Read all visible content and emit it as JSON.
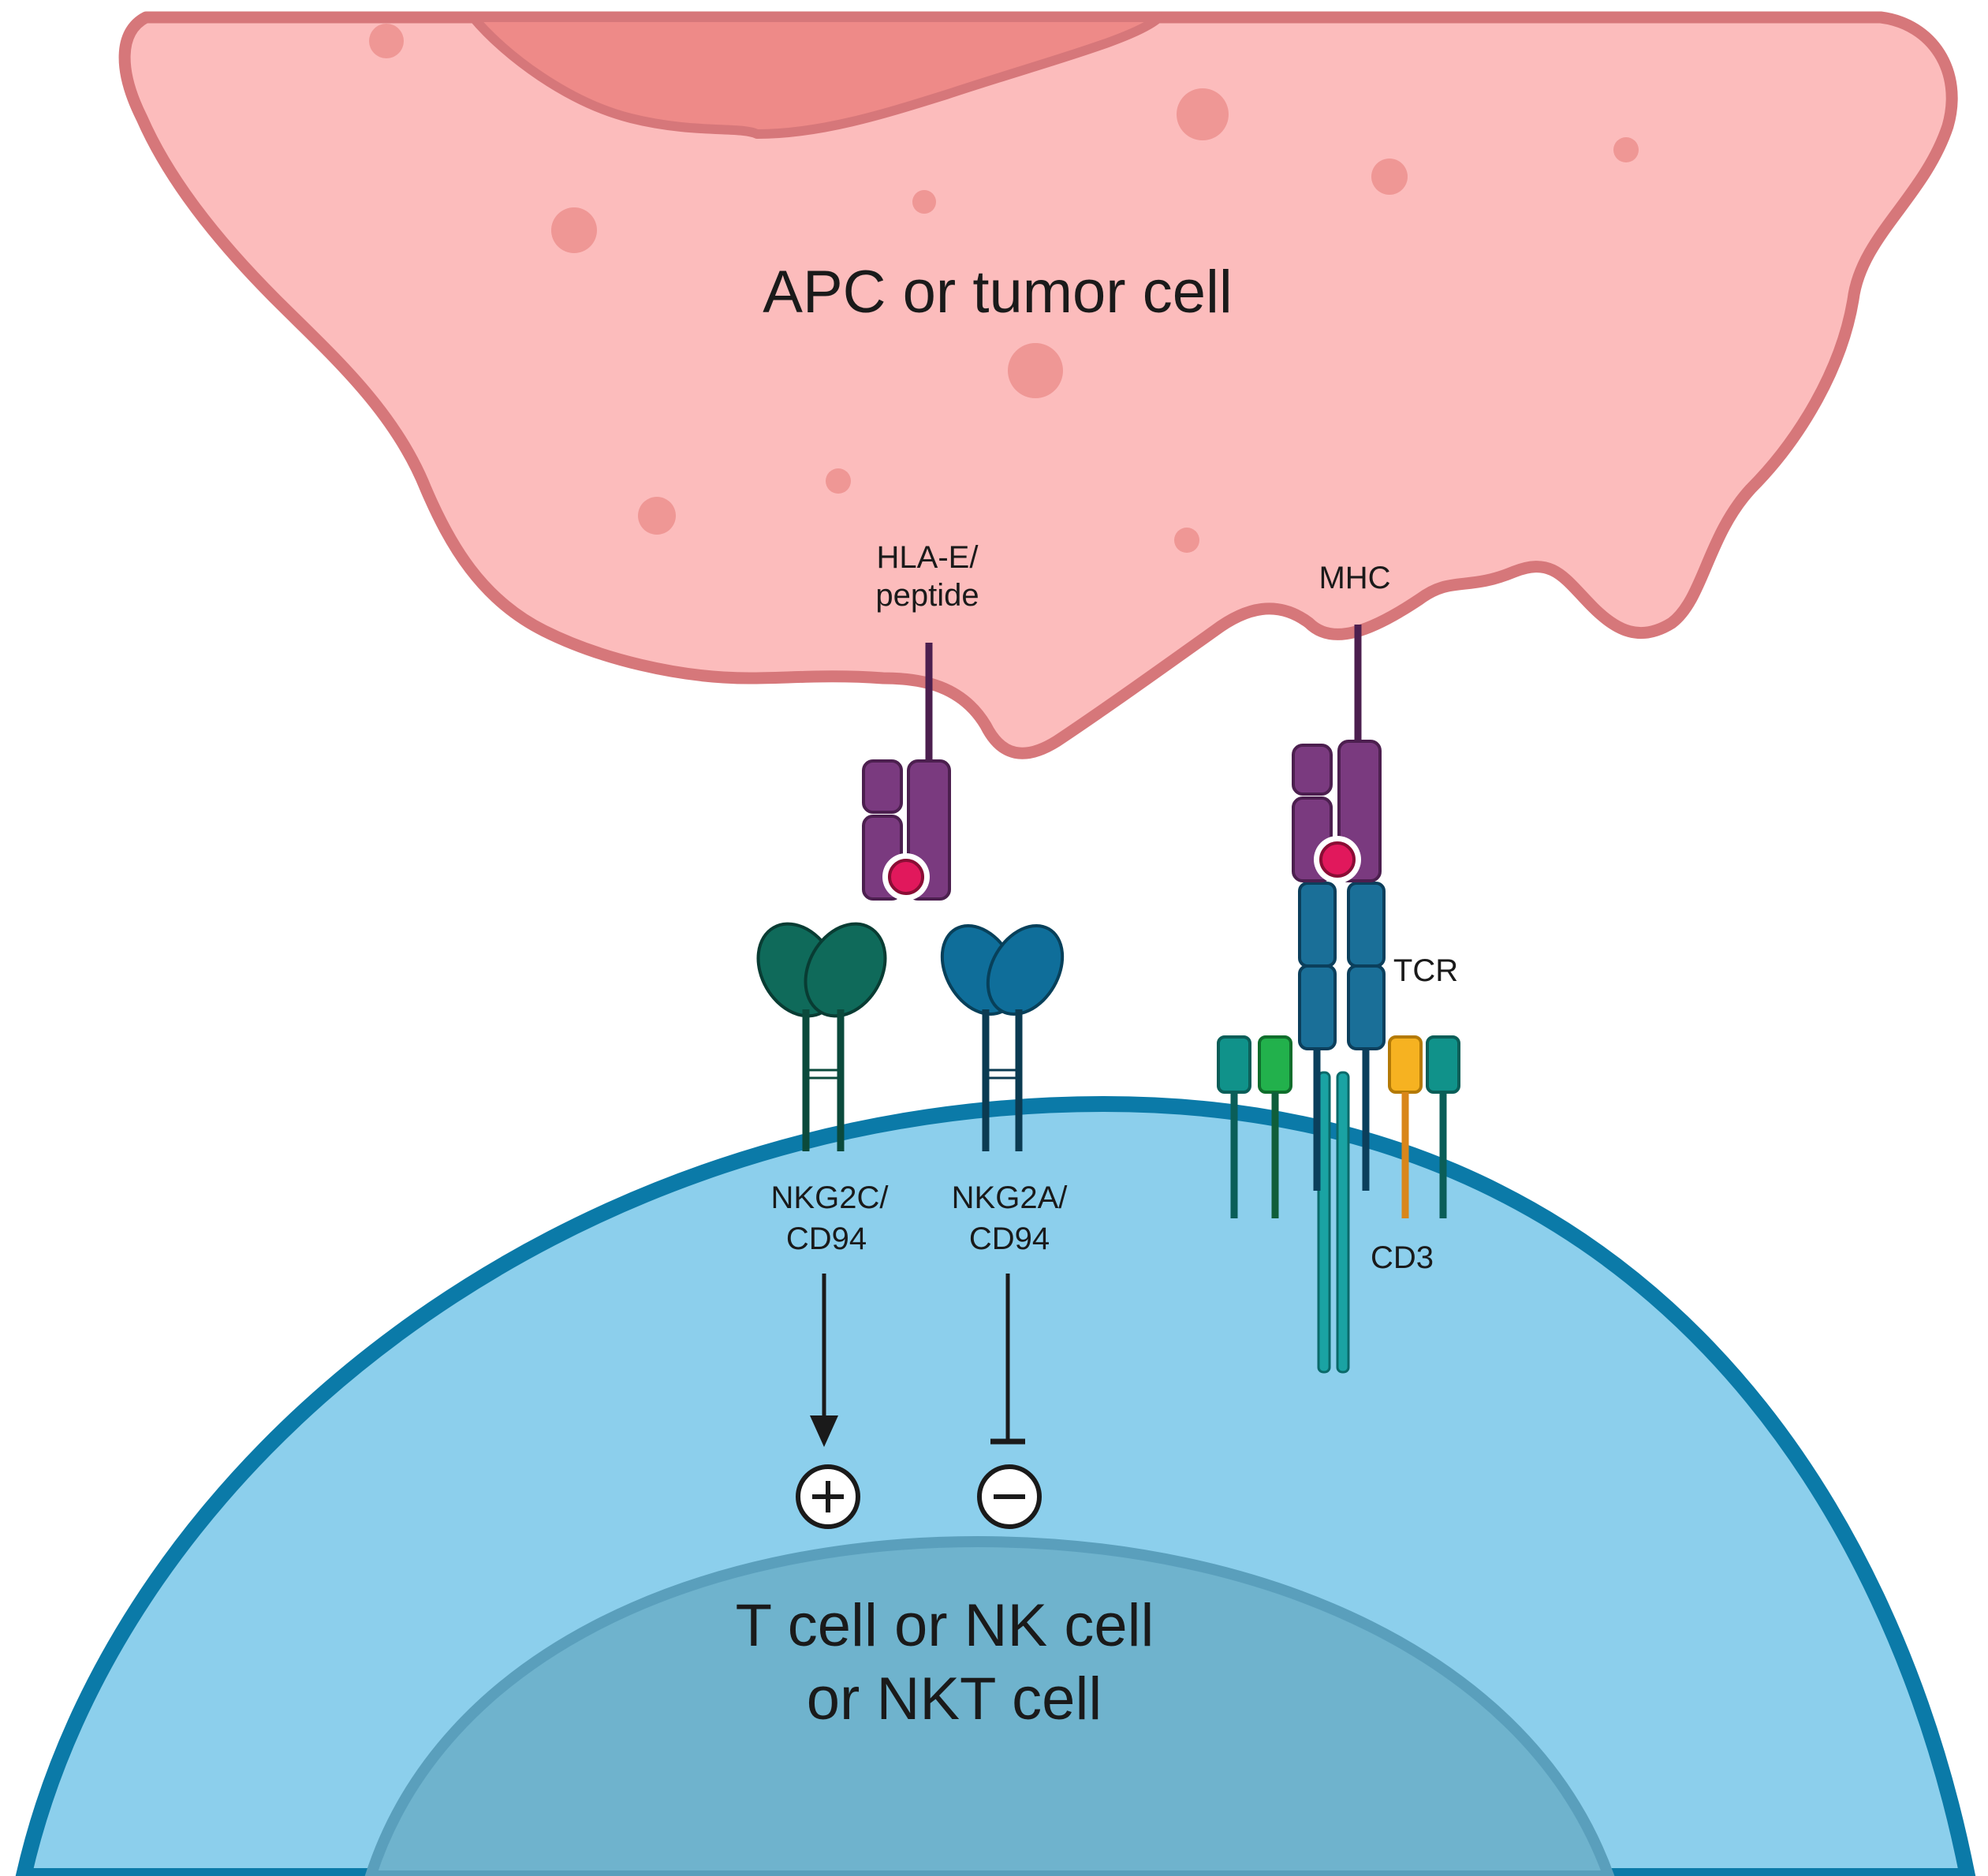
{
  "apc_cell": {
    "label": "APC or tumor cell"
  },
  "effector_cell": {
    "label_line1": "T cell or NK cell",
    "label_line2": "or NKT cell"
  },
  "ligands": {
    "hla_e": {
      "line1": "HLA-E/",
      "line2": "peptide"
    },
    "mhc": {
      "label": "MHC"
    }
  },
  "receptors": {
    "nkg2c": {
      "line1": "NKG2C/",
      "line2": "CD94",
      "signal": "activating",
      "symbol": "+"
    },
    "nkg2a": {
      "line1": "NKG2A/",
      "line2": "CD94",
      "signal": "inhibitory",
      "symbol": "−"
    },
    "tcr": {
      "label": "TCR"
    },
    "cd3": {
      "label": "CD3"
    }
  },
  "colors": {
    "apc_fill": "#fcbcbc",
    "apc_outline": "#d6777a",
    "apc_nucleus": "#ee8a88",
    "apc_granule": "#ef9795",
    "cell_fill": "#8ccfec",
    "cell_outline": "#0b7aa8",
    "nucleus_fill": "#6fb3cd",
    "hla_purple": "#7a3a7f",
    "peptide_red": "#e1185c",
    "nkg2c_green": "#0f6a5a",
    "nkg2a_blue": "#0f6e9a",
    "tcr_blue": "#1a6f98",
    "cd3_teal": "#10928a",
    "cd3_green": "#22b14c",
    "cd3_orange": "#f6b221"
  }
}
